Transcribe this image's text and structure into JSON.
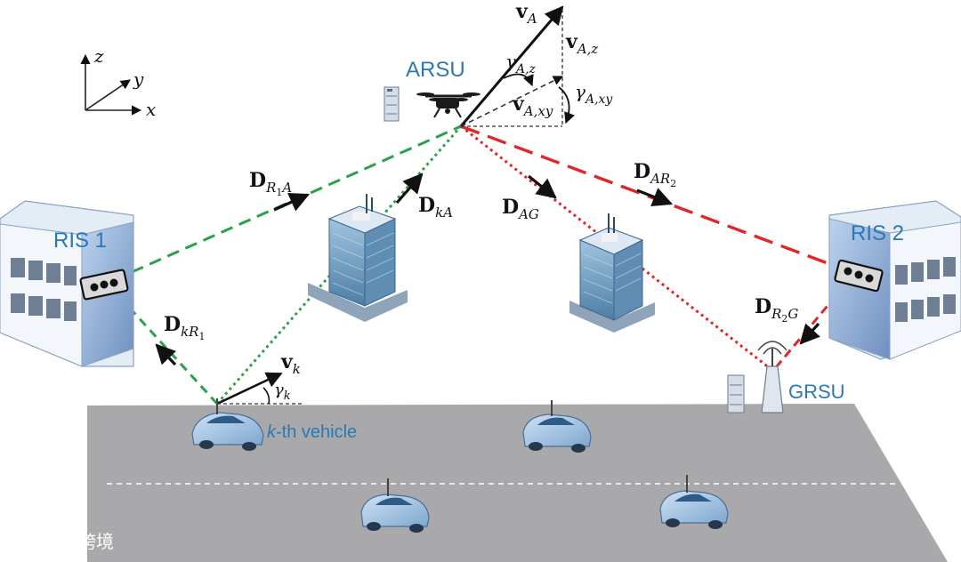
{
  "axes": {
    "z": "z",
    "y": "y",
    "x": "x"
  },
  "nodes": {
    "arsu": "ARSU",
    "ris1": "RIS 1",
    "ris2": "RIS 2",
    "grsu": "GRSU",
    "vehicle_k": "k",
    "vehicle_suffix": "-th vehicle"
  },
  "links": {
    "d_r1a": {
      "main": "D",
      "sub": "R",
      "subsub": "1",
      "tail": "A"
    },
    "d_ka": {
      "main": "D",
      "sub": "kA"
    },
    "d_ag": {
      "main": "D",
      "sub": "AG"
    },
    "d_ar2": {
      "main": "D",
      "sub": "AR",
      "subsub": "2"
    },
    "d_kr1": {
      "main": "D",
      "sub": "kR",
      "subsub": "1"
    },
    "d_r2g": {
      "main": "D",
      "sub": "R",
      "subsub": "2",
      "tail": "G"
    }
  },
  "vectors": {
    "v_a": {
      "main": "v",
      "sub": "A"
    },
    "v_az": {
      "main": "v",
      "sub": "A,z"
    },
    "v_axy": {
      "main": "v",
      "sub": "A,xy"
    },
    "gamma_az": {
      "main": "γ",
      "sub": "A,z"
    },
    "gamma_axy": {
      "main": "γ",
      "sub": "A,xy"
    },
    "v_k": {
      "main": "v",
      "sub": "k"
    },
    "gamma_k": {
      "main": "γ",
      "sub": "k"
    }
  },
  "watermark": "大数跨境",
  "colors": {
    "green_link": "#2aa14a",
    "red_link": "#e0262a",
    "label_blue": "#2a78b8",
    "road": "#a9a9ab"
  }
}
